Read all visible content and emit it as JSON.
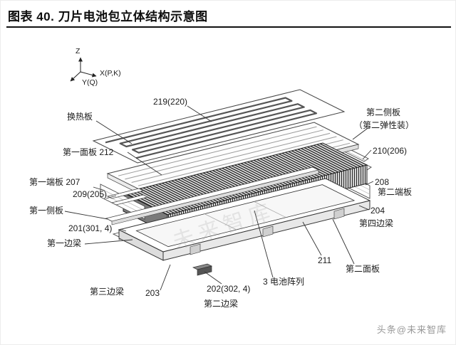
{
  "title": "图表 40. 刀片电池包立体结构示意图",
  "axes": {
    "z": "Z",
    "x": "X(P,K)",
    "y": "Y(Q)"
  },
  "labels": {
    "ref_219": "219(220)",
    "heat_plate": "换热板",
    "first_panel": "第一面板 212",
    "first_end_plate": "第一端板 207",
    "ref_209": "209(205)",
    "first_side_plate": "第一侧板",
    "ref_201": "201(301, 4)",
    "first_side_beam": "第一边梁",
    "third_side_beam": "第三边梁",
    "ref_203": "203",
    "ref_202": "202(302, 4)",
    "second_side_beam": "第二边梁",
    "battery_array": "3 电池阵列",
    "ref_211": "211",
    "second_panel": "第二面板",
    "ref_204": "204",
    "fourth_side_beam": "第四边梁",
    "ref_208": "208",
    "second_end_plate": "第二端板",
    "ref_210": "210(206)",
    "second_side_plate": "第二侧板",
    "second_side_plate_note": "（第二弹性装）"
  },
  "watermarks": {
    "center": "未来智库",
    "corner": "头条@未来智库"
  }
}
